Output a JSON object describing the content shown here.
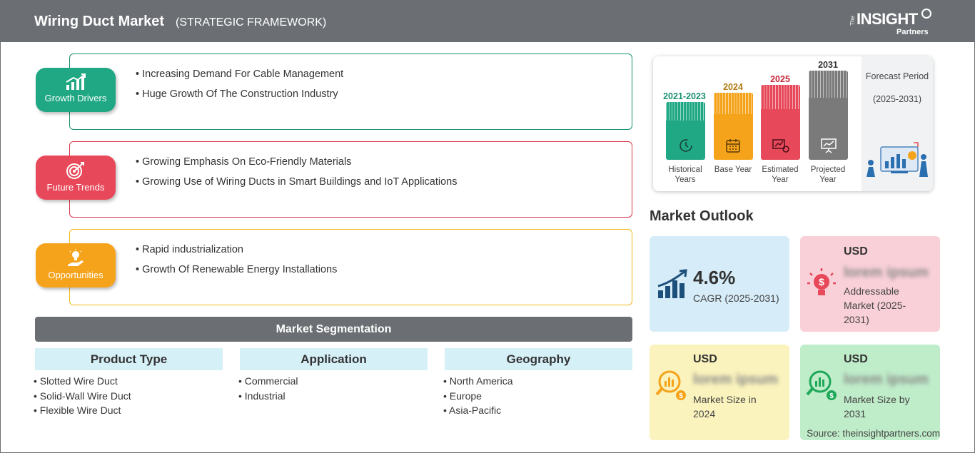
{
  "header": {
    "title": "Wiring Duct Market",
    "subtitle": "(STRATEGIC FRAMEWORK)",
    "logo": {
      "the": "The",
      "insight": "INSIGHT",
      "partners": "Partners"
    }
  },
  "framework": [
    {
      "label": "Growth Drivers",
      "color": "#1fa883",
      "icon": "growth-chart-icon",
      "items": [
        "Increasing Demand For Cable Management",
        "Huge Growth Of The Construction Industry"
      ]
    },
    {
      "label": "Future Trends",
      "color": "#e8495a",
      "icon": "target-icon",
      "items": [
        "Growing Emphasis On Eco-Friendly Materials",
        "Growing Use of Wiring Ducts in Smart Buildings and IoT Applications"
      ]
    },
    {
      "label": "Opportunities",
      "color": "#f5a31a",
      "icon": "hand-bulb-icon",
      "items": [
        "Rapid industrialization",
        "Growth Of Renewable Energy Installations"
      ]
    }
  ],
  "segmentation": {
    "title": "Market Segmentation",
    "columns": [
      {
        "heading": "Product Type",
        "items": [
          "Slotted Wire Duct",
          "Solid-Wall Wire Duct",
          "Flexible Wire Duct"
        ]
      },
      {
        "heading": "Application",
        "items": [
          "Commercial",
          "Industrial"
        ]
      },
      {
        "heading": "Geography",
        "items": [
          "North America",
          "Europe",
          "Asia-Pacific"
        ]
      }
    ]
  },
  "timeline": {
    "periods": [
      {
        "year": "2021-2023",
        "caption": "Historical Years",
        "color": "#1fa883",
        "icon": "history-icon"
      },
      {
        "year": "2024",
        "caption": "Base Year",
        "color": "#f5a31a",
        "icon": "calendar-icon"
      },
      {
        "year": "2025",
        "caption": "Estimated Year",
        "color": "#e8495a",
        "icon": "estimate-icon"
      },
      {
        "year": "2031",
        "caption": "Projected Year",
        "color": "#7a7a7a",
        "icon": "presentation-icon"
      }
    ],
    "forecast_label": "Forecast Period",
    "forecast_years": "(2025-2031)"
  },
  "outlook": {
    "title": "Market Outlook",
    "cagr": {
      "value": "4.6%",
      "label": "CAGR (2025-2031)"
    },
    "addressable": {
      "currency": "USD",
      "value": "lorem ipsum",
      "label": "Addressable Market (2025-2031)"
    },
    "size_2024": {
      "currency": "USD",
      "value": "lorem ipsum",
      "label": "Market Size in 2024"
    },
    "size_2031": {
      "currency": "USD",
      "value": "lorem ipsum",
      "label": "Market Size by 2031"
    }
  },
  "source": "Source: theinsightpartners.com"
}
